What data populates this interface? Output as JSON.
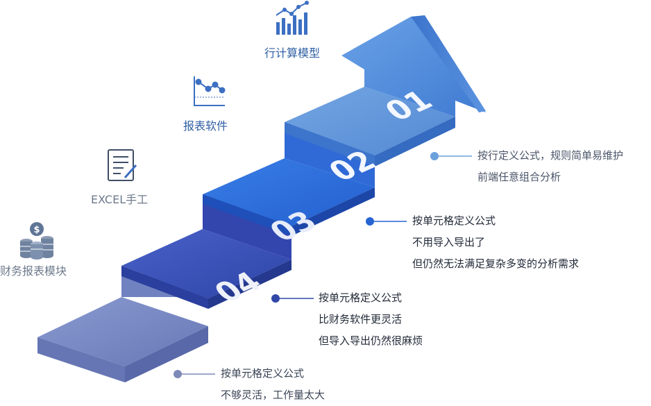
{
  "steps": [
    {
      "num": "01",
      "lines": [
        "按行定义公式，规则简单易维护",
        "前端任意组合分析"
      ]
    },
    {
      "num": "02",
      "lines": [
        "按单元格定义公式",
        "不用导入导出了",
        "但仍然无法满足复杂多变的分析需求"
      ]
    },
    {
      "num": "03",
      "lines": [
        "按单元格定义公式",
        "比财务软件更灵活",
        "但导入导出仍然很麻烦"
      ]
    },
    {
      "num": "04",
      "lines": [
        "按单元格定义公式",
        "不够灵活，工作量太大"
      ]
    }
  ],
  "icons": [
    {
      "label": "行计算模型",
      "icon": "bar-line-chart-icon"
    },
    {
      "label": "报表软件",
      "icon": "line-chart-icon"
    },
    {
      "label": "EXCEL手工",
      "icon": "document-pen-icon"
    },
    {
      "label": "财务报表模块",
      "icon": "coin-stack-icon"
    }
  ],
  "colors": {
    "step01": "#5a8fd6",
    "step02": "#2f6bd8",
    "step03": "#3352ba",
    "step04": "#6f85bf",
    "text_dark": "#2f3a4f",
    "text_blue": "#2f5fa5",
    "text_grey": "#6d7a8c"
  }
}
